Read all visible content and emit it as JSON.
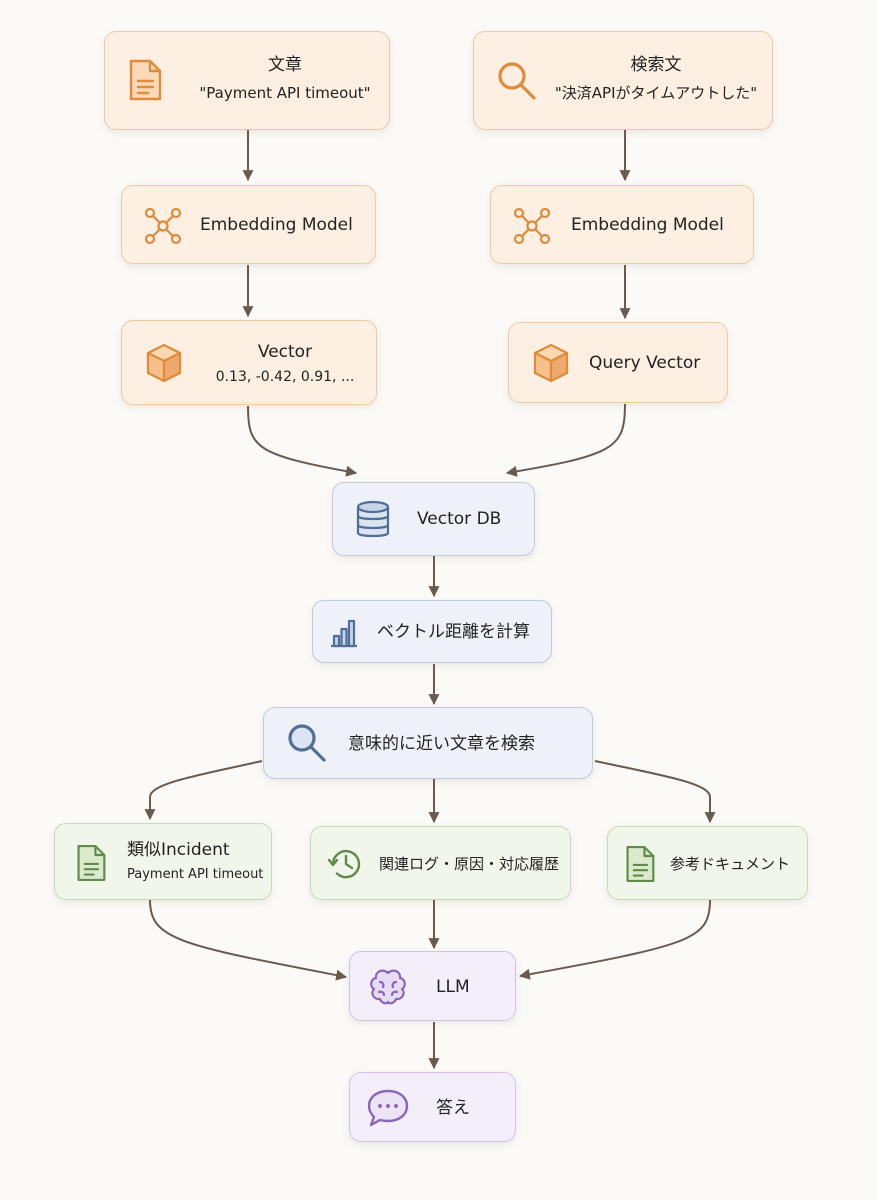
{
  "source": {
    "title": "文章",
    "text": "\"Payment API timeout\""
  },
  "query": {
    "title": "検索文",
    "text": "\"決済APIがタイムアウトした\""
  },
  "embed_left": {
    "title": "Embedding Model"
  },
  "embed_right": {
    "title": "Embedding Model"
  },
  "vector": {
    "title": "Vector",
    "text": "0.13, -0.42, 0.91, ..."
  },
  "query_vector": {
    "title": "Query Vector"
  },
  "vector_db": {
    "title": "Vector DB"
  },
  "distance": {
    "title": "ベクトル距離を計算"
  },
  "semantic_search": {
    "title": "意味的に近い文章を検索"
  },
  "incident": {
    "title": "類似Incident",
    "text": "Payment API timeout"
  },
  "history": {
    "title": "関連ログ・原因・対応履歴"
  },
  "reference": {
    "title": "参考ドキュメント"
  },
  "llm": {
    "title": "LLM"
  },
  "answer": {
    "title": "答え"
  },
  "colors": {
    "orange_icon": "#e08a3c",
    "blue_icon": "#4f6f9a",
    "green_icon": "#5f8a4a",
    "purple_icon": "#8a66b8",
    "arrow": "#6b5a4e"
  }
}
